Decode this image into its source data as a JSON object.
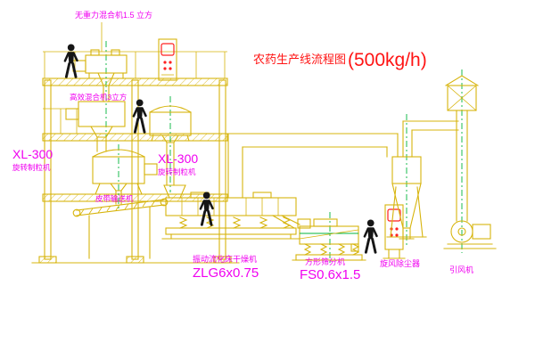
{
  "title": {
    "name": "农药生产线流程图",
    "capacity": "(500kg/h)"
  },
  "labels": {
    "mixer_top": "无重力混合机1.5 立方",
    "mixer_mid": "高效混合机3立方",
    "granulator_left_model": "XL-300",
    "granulator_left_name": "旋转制粒机",
    "granulator_center_model": "XL-300",
    "granulator_center_name": "旋转制粒机",
    "belt_conveyor": "皮带输送机",
    "dryer_name": "振动流化床干燥机",
    "dryer_model": "ZLG6x0.75",
    "sieve_name": "方形筛分机",
    "sieve_model": "FS0.6x1.5",
    "cyclone": "旋风除尘器",
    "fan": "引风机"
  },
  "colors": {
    "line": "#d7b40c",
    "centerline": "#00b43c",
    "label": "#f000f0",
    "title": "#ff1414",
    "figure": "#161616",
    "cabinet_mark": "#ff2020",
    "background": "#ffffff"
  }
}
